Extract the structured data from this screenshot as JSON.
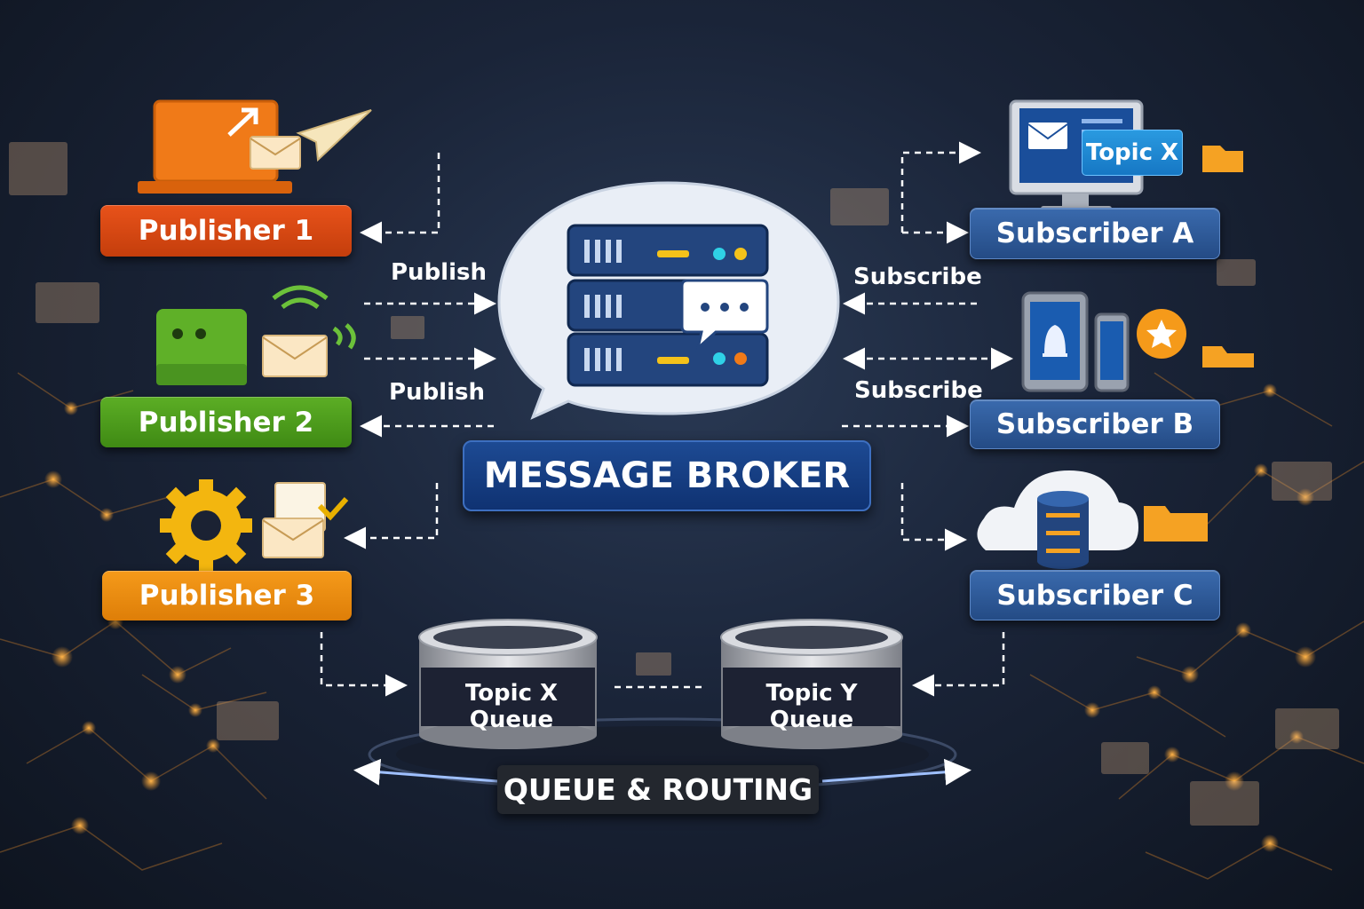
{
  "publishers": [
    "Publisher 1",
    "Publisher 2",
    "Publisher 3"
  ],
  "subscribers": [
    "Subscriber A",
    "Subscriber B",
    "Subscriber C"
  ],
  "broker": {
    "title": "MESSAGE BROKER"
  },
  "flows": {
    "publish": "Publish",
    "subscribe": "Subscribe"
  },
  "queues": [
    "Topic X Queue",
    "Topic Y Queue"
  ],
  "routing": {
    "title": "QUEUE & ROUTING"
  },
  "topic_tag": "Topic X",
  "colors": {
    "publisher_1": "#e8521a",
    "publisher_2": "#5cae25",
    "publisher_3": "#f59a1a",
    "subscriber": "#2f5d9c",
    "broker": "#17418a",
    "network_glow": "#f39a2a"
  },
  "icons": [
    "laptop-icon",
    "paper-plane-icon",
    "envelope-icon",
    "wifi-icon",
    "gear-icon",
    "server-icon",
    "chat-bubble-icon",
    "monitor-icon",
    "tablet-icon",
    "phone-icon",
    "bell-icon",
    "star-icon",
    "cloud-icon",
    "database-icon",
    "folder-icon"
  ]
}
